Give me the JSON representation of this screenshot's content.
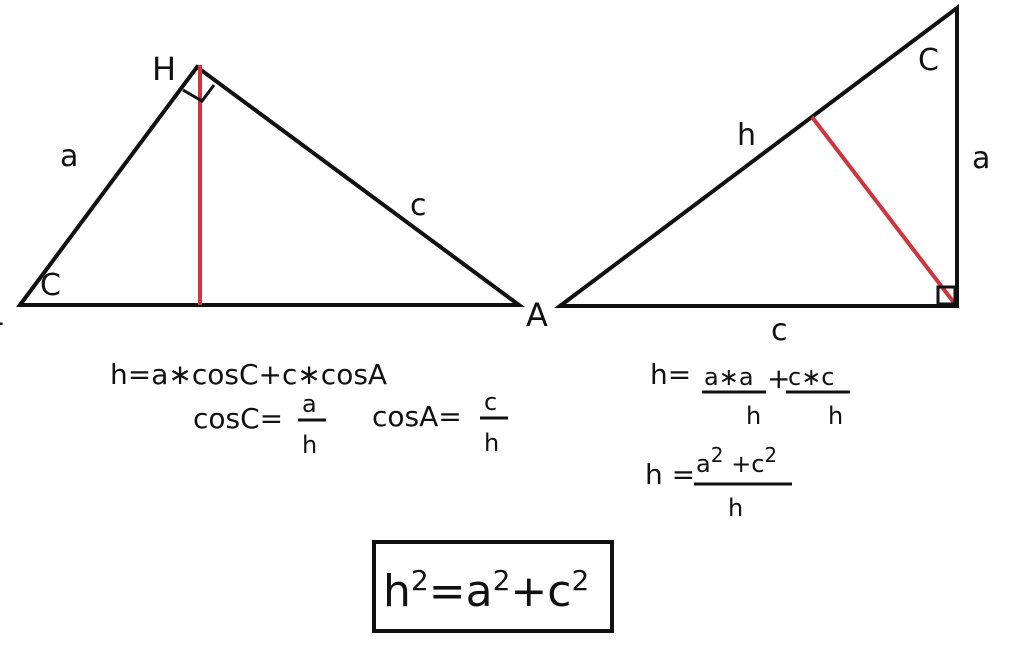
{
  "left_triangle": {
    "vertex_top": "H",
    "angle_left": "C",
    "side_left": "a",
    "side_right": "c",
    "left_edge_fragment": "L"
  },
  "right_triangle": {
    "vertex_left": "A",
    "angle_top": "C",
    "side_hyp": "h",
    "side_right": "a",
    "side_bottom": "c"
  },
  "formulas": {
    "line1": "h=a∗cosC+c∗cosA",
    "cosC_lhs": "cosC=",
    "cosC_num": "a",
    "cosC_den": "h",
    "cosA_lhs": "cosA=",
    "cosA_num": "c",
    "cosA_den": "h",
    "r1_lhs": "h=",
    "r1_frac1_num": "a∗a",
    "r1_frac1_den": "h",
    "r1_plus": "+",
    "r1_frac2_num": "c∗c",
    "r1_frac2_den": "h",
    "r2_lhs": "h =",
    "r2_num_a": "a",
    "r2_num_exp1": "2",
    "r2_num_plus": " +c",
    "r2_num_exp2": "2",
    "r2_den": "h"
  },
  "final_formula": {
    "h": "h",
    "exp_h": "2",
    "eq_a": "=a",
    "exp_a": "2",
    "plus_c": "+c",
    "exp_c": "2"
  },
  "colors": {
    "stroke": "#111111",
    "altitude": "#d0343c",
    "background": "#ffffff"
  }
}
